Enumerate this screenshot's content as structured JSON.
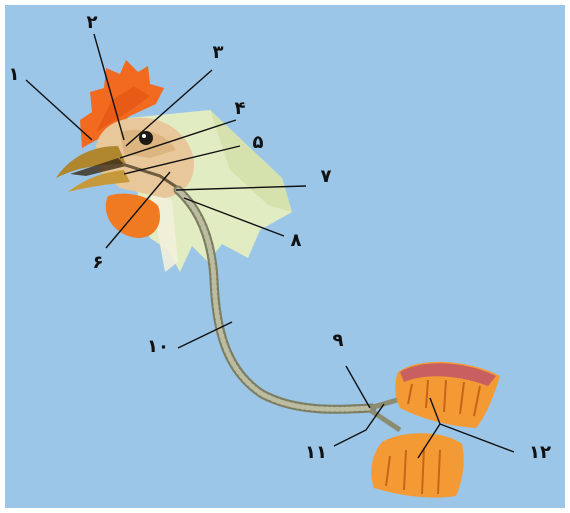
{
  "labels": {
    "l1": "۱",
    "l2": "۲",
    "l3": "۳",
    "l4": "۴",
    "l5": "۵",
    "l6": "۶",
    "l7": "۷",
    "l8": "۸",
    "l9": "۹",
    "l10": "۱۰",
    "l11": "۱۱",
    "l12": "۱۲"
  },
  "colors": {
    "background": "#9bc6e8",
    "comb": "#f26a1f",
    "wattle": "#f07a22",
    "feathers": "#e2ecc2",
    "beak": "#b0862e",
    "trachea": "#9c9c7e",
    "lungs": "#f39a35",
    "leader_lines": "#111111"
  }
}
